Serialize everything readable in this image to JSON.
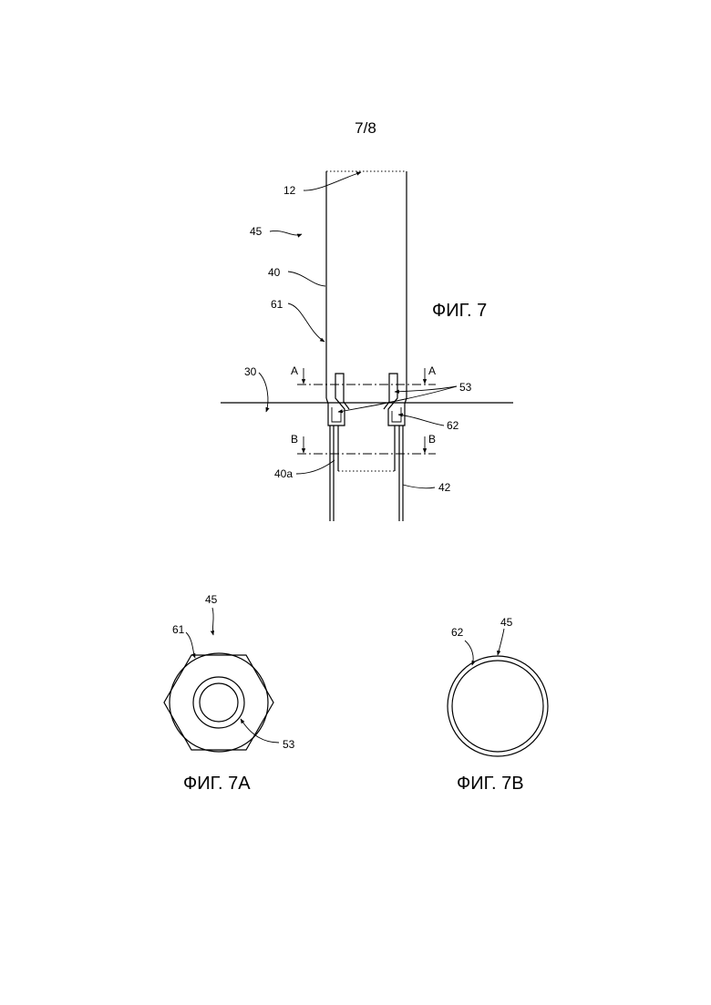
{
  "page": {
    "number": "7/8"
  },
  "figures": {
    "fig7": {
      "caption": "ФИГ. 7"
    },
    "fig7a": {
      "caption": "ФИГ. 7A"
    },
    "fig7b": {
      "caption": "ФИГ. 7B"
    }
  },
  "labels": {
    "ref_12": "12",
    "ref_45": "45",
    "ref_40": "40",
    "ref_61": "61",
    "ref_30": "30",
    "ref_53": "53",
    "ref_62": "62",
    "ref_40a": "40a",
    "ref_42": "42",
    "section_a": "A",
    "section_b": "B",
    "fig7a_ref_45": "45",
    "fig7a_ref_61": "61",
    "fig7a_ref_53": "53",
    "fig7b_ref_62": "62",
    "fig7b_ref_45": "45"
  }
}
